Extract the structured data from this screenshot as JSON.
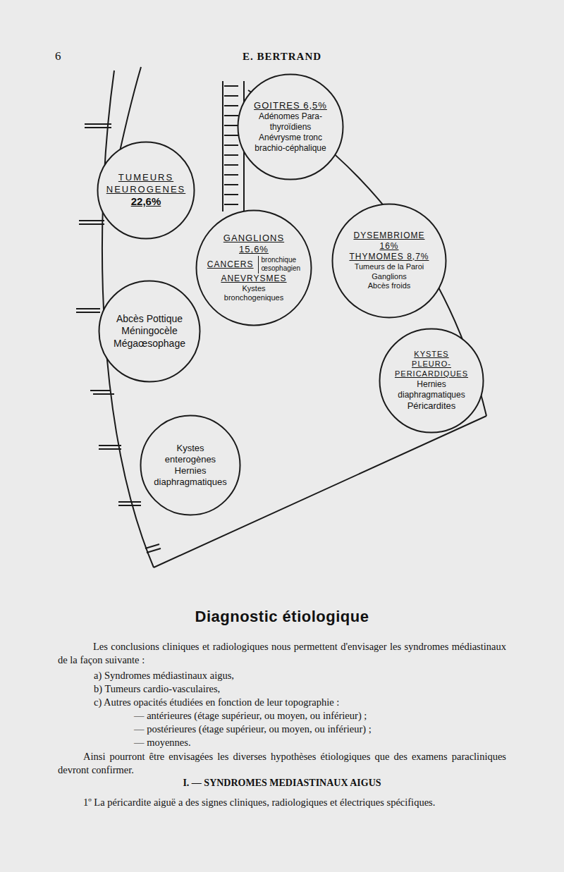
{
  "diagram": {
    "title": "Diagnostic étiologique",
    "nodes": [
      {
        "text": [
          "GOITRES 6,5%",
          "Adénomes Para-thyroïdiens",
          "Anévrysme tronc brachio-céphalique"
        ]
      },
      {
        "text": [
          "TUMEURS NEUROGENES",
          "22,6%"
        ]
      },
      {
        "text": [
          "GANGLIONS 15,6%",
          "CANCERS",
          "bronchique",
          "œsophagien",
          "ANEVRYSMES",
          "Kystes bronchogeniques"
        ]
      },
      {
        "text": [
          "DYSEMBRIOME 16%",
          "THYMOMES 8,7%",
          "Tumeurs de la Paroi",
          "Ganglions",
          "Abcès froids"
        ]
      },
      {
        "text": [
          "Abcès Pottique",
          "Méningocèle",
          "Mégaœsophage"
        ]
      },
      {
        "text": [
          "KYSTES PLEURO-PERICARDIQUES",
          "Hernies diaphragmatiques",
          "Péricardites"
        ]
      },
      {
        "text": [
          "Kystes enterogènes",
          "Hernies diaphragmatiques"
        ]
      }
    ],
    "labels": [
      "6",
      "E. BERTRAND",
      "Les conclusions cliniques et radiologiques nous permettent d'envisager les syndromes médiastinaux de la façon suivante :",
      "a) Syndromes médiastinaux aigus,",
      "b) Tumeurs cardio-vasculaires,",
      "c) Autres opacités étudiées en fonction de leur topographie :",
      "— antérieures (étage supérieur, ou moyen, ou inférieur) ;",
      "— postérieures (étage supérieur, ou moyen, ou inférieur) ;",
      "— moyennes.",
      "Ainsi pourront être envisagées les diverses hypothèses étiologiques que des examens paracliniques devront confirmer.",
      "I. — SYNDROMES MEDIASTINAUX AIGUS",
      "1º La péricardite aiguë a des signes cliniques, radiologiques et électriques spécifiques."
    ]
  }
}
